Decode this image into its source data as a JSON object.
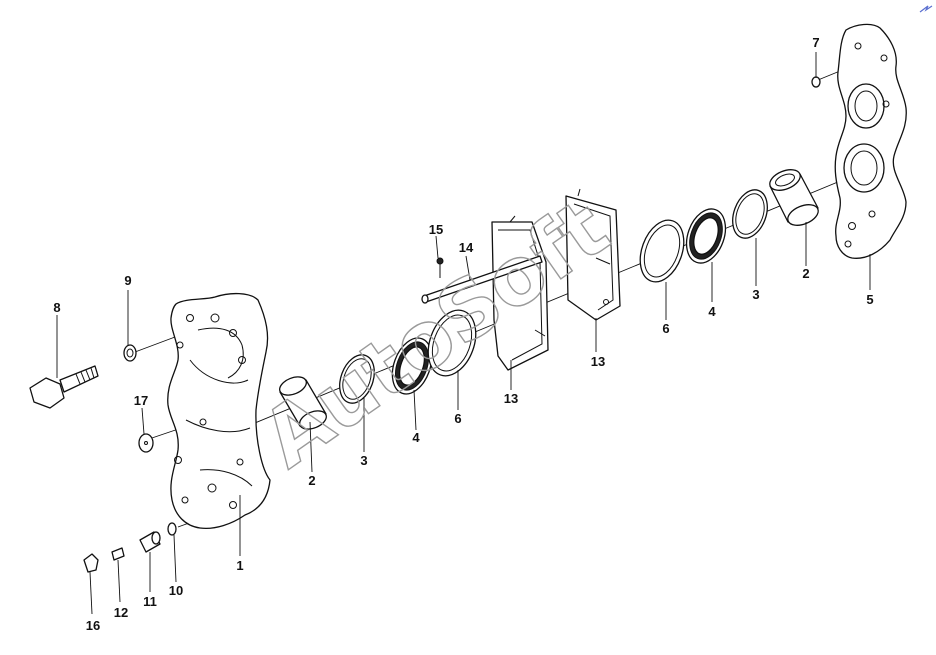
{
  "watermark": "AutoSoft",
  "callouts": [
    {
      "id": "c1",
      "text": "1"
    },
    {
      "id": "c2a",
      "text": "2"
    },
    {
      "id": "c2b",
      "text": "2"
    },
    {
      "id": "c3a",
      "text": "3"
    },
    {
      "id": "c3b",
      "text": "3"
    },
    {
      "id": "c4a",
      "text": "4"
    },
    {
      "id": "c4b",
      "text": "4"
    },
    {
      "id": "c5",
      "text": "5"
    },
    {
      "id": "c6a",
      "text": "6"
    },
    {
      "id": "c6b",
      "text": "6"
    },
    {
      "id": "c7",
      "text": "7"
    },
    {
      "id": "c8",
      "text": "8"
    },
    {
      "id": "c9",
      "text": "9"
    },
    {
      "id": "c10",
      "text": "10"
    },
    {
      "id": "c11",
      "text": "11"
    },
    {
      "id": "c12",
      "text": "12"
    },
    {
      "id": "c13a",
      "text": "13"
    },
    {
      "id": "c13b",
      "text": "13"
    },
    {
      "id": "c14",
      "text": "14"
    },
    {
      "id": "c15",
      "text": "15"
    },
    {
      "id": "c16",
      "text": "16"
    },
    {
      "id": "c17",
      "text": "17"
    }
  ]
}
